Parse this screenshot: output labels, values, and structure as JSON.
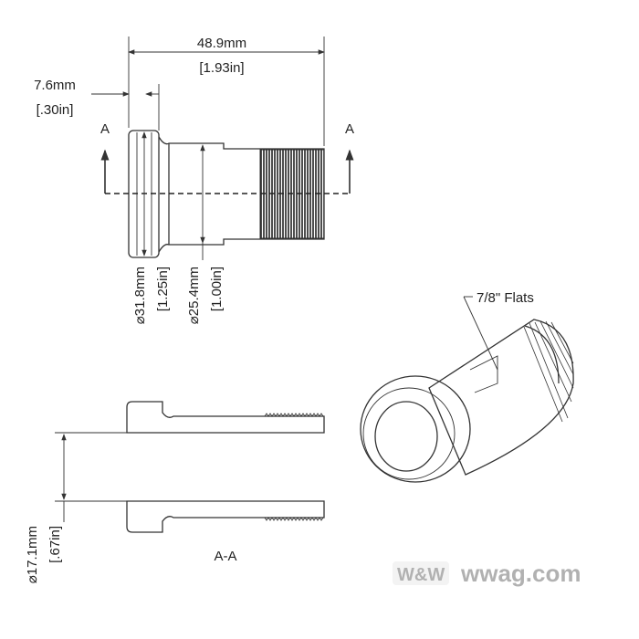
{
  "drawing": {
    "section_marker_left": "A",
    "section_marker_right": "A",
    "overall_length_mm": "48.9mm",
    "overall_length_in": "[1.93in]",
    "flange_width_mm": "7.6mm",
    "flange_width_in": "[.30in]",
    "flange_diameter_mm": "⌀31.8mm",
    "flange_diameter_in": "[1.25in]",
    "body_diameter_mm": "⌀25.4mm",
    "body_diameter_in": "[1.00in]",
    "bore_diameter_mm": "⌀17.1mm",
    "bore_diameter_in": "[.67in]",
    "section_label": "A-A",
    "flats_note": "7/8\" Flats",
    "watermark": "W&W wwag.com"
  }
}
